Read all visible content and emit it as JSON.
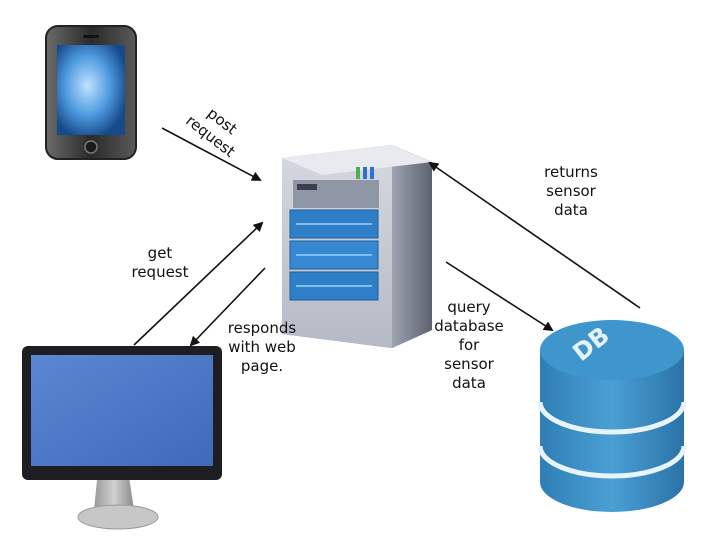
{
  "labels": {
    "post_request": "post\nrequest",
    "get_request": "get\nrequest",
    "responds": "responds\nwith web\npage.",
    "query": "query\ndatabase\nfor\nsensor\ndata",
    "returns": "returns\nsensor\ndata",
    "db": "DB"
  },
  "nodes": {
    "phone": "smartphone-icon",
    "server": "server-icon",
    "monitor": "desktop-monitor-icon",
    "database": "database-icon"
  },
  "colors": {
    "screen_blue": "#4a78c8",
    "db_blue": "#3e8fc3",
    "server_panel": "#2f7ec8",
    "arrow": "#111111"
  }
}
